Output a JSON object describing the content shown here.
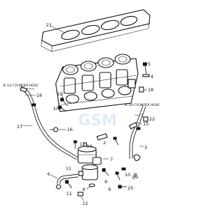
{
  "callouts": {
    "n21": "21",
    "n5": "5",
    "n19": "19",
    "n18": "18",
    "n10": "10",
    "n16": "16",
    "n17": "17",
    "n1": "1",
    "n15": "15",
    "n22": "22",
    "n3": "3",
    "n2": "2",
    "n13": "13",
    "n14": "14",
    "n7": "7",
    "n11": "11",
    "n6": "6",
    "n4": "4",
    "n8": "8",
    "n9": "9",
    "n12": "12",
    "n20": "20"
  },
  "labels": {
    "left_head": "To 1/2 CYLINDER HEAD",
    "right_head": "To 3/4 CYLINDER HEAD"
  },
  "watermark": "GSM",
  "colors": {
    "ink": "#111111",
    "watermark": "#c9d9f0"
  }
}
